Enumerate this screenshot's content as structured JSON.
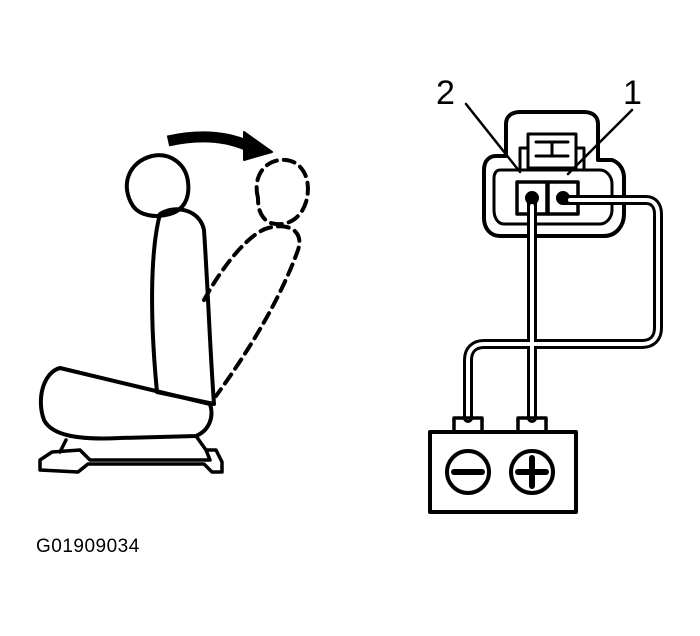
{
  "diagram": {
    "figure_id": "G01909034",
    "connector": {
      "terminal_right_label": "1",
      "terminal_left_label": "2"
    },
    "battery": {
      "negative_symbol": "minus-icon",
      "positive_symbol": "plus-icon"
    }
  }
}
